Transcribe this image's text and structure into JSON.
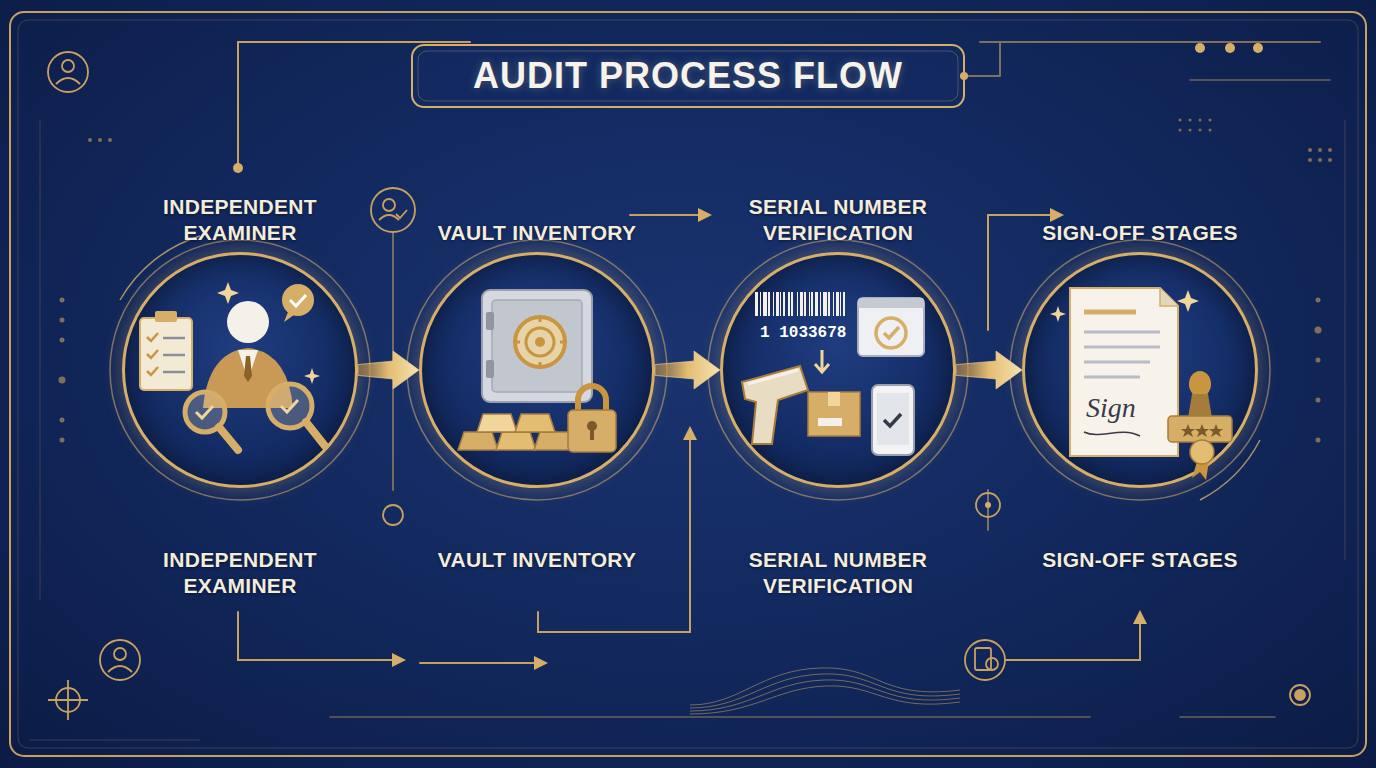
{
  "diagram": {
    "title": "AUDIT PROCESS FLOW",
    "nodes": [
      {
        "text": [
          "INDEPENDENT EXAMINER",
          "INDEPENDENT EXAMINER"
        ]
      },
      {
        "text": [
          "VAULT INVENTORY",
          "VAULT INVENTORY"
        ]
      },
      {
        "text": [
          "SERIAL NUMBER VERIFICATION",
          "SERIAL NUMBER VERIFICATION"
        ]
      },
      {
        "text": [
          "SIGN-OFF STAGES",
          "SIGN-OFF STAGES"
        ]
      }
    ],
    "edges": [
      {
        "from": 0,
        "to": 1,
        "arrow": "to"
      },
      {
        "from": 1,
        "to": 2,
        "arrow": "to"
      },
      {
        "from": 2,
        "to": 3,
        "arrow": "to"
      }
    ],
    "labels": [
      "1 1033678",
      "Sign"
    ]
  }
}
